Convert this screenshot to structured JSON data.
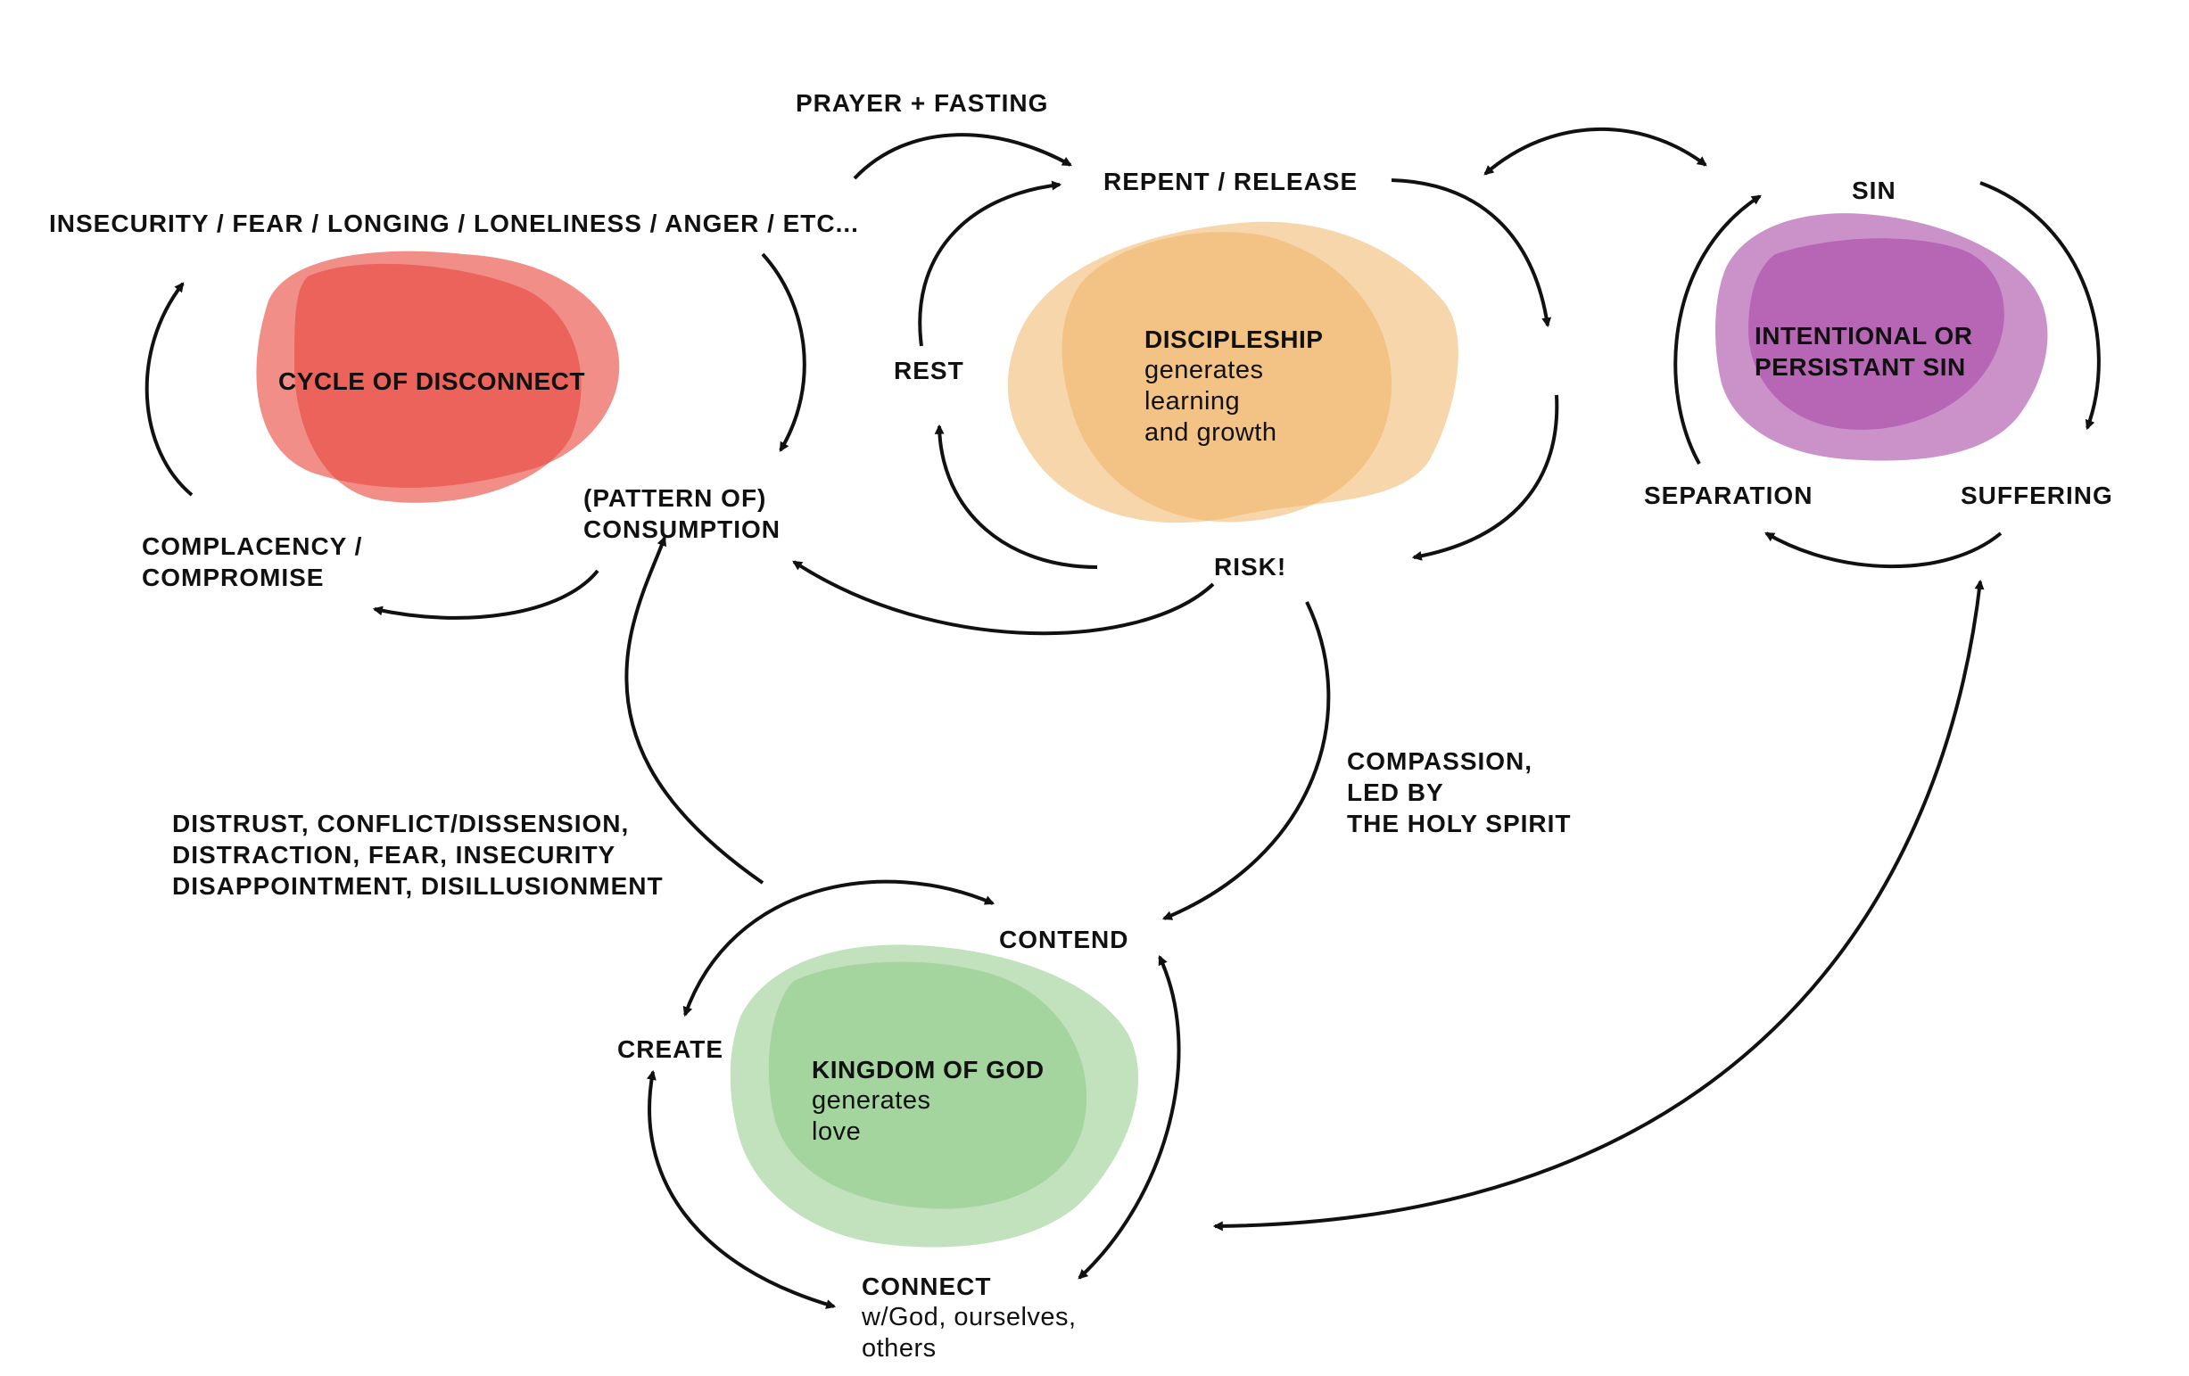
{
  "colors": {
    "disconnect": "#e8483f",
    "discipleship": "#eeb565",
    "sin": "#a94aa6",
    "kingdom": "#8ecb86",
    "arrow": "#111111"
  },
  "top": {
    "prayer_fasting": "PRAYER + FASTING",
    "repent_release": "REPENT / RELEASE",
    "insecurity_list": "INSECURITY / FEAR / LONGING / LONELINESS / ANGER / ETC..."
  },
  "disconnect": {
    "title": "CYCLE OF DISCONNECT",
    "consumption": [
      "(PATTERN OF)",
      "CONSUMPTION"
    ],
    "complacency": [
      "COMPLACENCY /",
      "COMPROMISE"
    ]
  },
  "discipleship": {
    "title": "DISCIPLESHIP",
    "sub": [
      "generates",
      "learning",
      "and growth"
    ],
    "rest": "REST",
    "risk": "RISK!"
  },
  "sin_cycle": {
    "title": [
      "INTENTIONAL OR",
      "PERSISTANT SIN"
    ],
    "sin": "SIN",
    "separation": "SEPARATION",
    "suffering": "SUFFERING"
  },
  "compassion": [
    "COMPASSION,",
    "LED BY",
    "THE HOLY SPIRIT"
  ],
  "distrust": [
    "DISTRUST, CONFLICT/DISSENSION,",
    "DISTRACTION, FEAR, INSECURITY",
    "DISAPPOINTMENT, DISILLUSIONMENT"
  ],
  "kingdom": {
    "title": "KINGDOM OF GOD",
    "sub": [
      "generates",
      "love"
    ],
    "contend": "CONTEND",
    "create": "CREATE",
    "connect": "CONNECT",
    "connect_sub": [
      "w/God, ourselves,",
      "others"
    ]
  }
}
